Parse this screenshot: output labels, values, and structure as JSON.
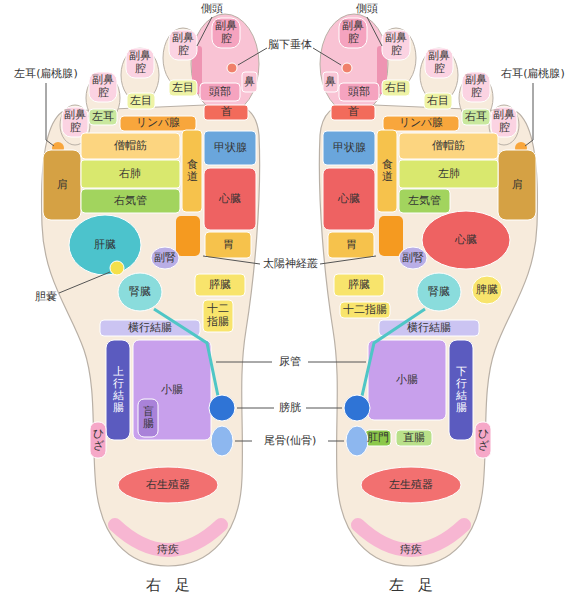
{
  "diagram": {
    "nodes": [
      {
        "text": [
          "副鼻腔"
        ]
      },
      {
        "text": [
          "鼻"
        ]
      },
      {
        "text": [
          "頭部"
        ]
      },
      {
        "text": [
          "副鼻腔"
        ]
      },
      {
        "text": [
          "副鼻腔"
        ]
      },
      {
        "text": [
          "左目"
        ]
      },
      {
        "text": [
          "副鼻腔"
        ]
      },
      {
        "text": [
          "左目"
        ]
      },
      {
        "text": [
          "首"
        ]
      },
      {
        "text": [
          "副鼻腔"
        ]
      },
      {
        "text": [
          "左耳"
        ]
      },
      {
        "text": [
          "リンパ腺"
        ]
      },
      {
        "text": [
          "肩"
        ]
      },
      {
        "text": [
          "僧帽筋"
        ]
      },
      {
        "text": [
          "甲状腺"
        ]
      },
      {
        "text": [
          "食道"
        ]
      },
      {
        "text": [
          "右肺"
        ]
      },
      {
        "text": [
          "右気管"
        ]
      },
      {
        "text": [
          "心臓"
        ]
      },
      {
        "text": [
          "肝臓"
        ]
      },
      {
        "text": [
          "胃"
        ]
      },
      {
        "text": [
          "副腎"
        ]
      },
      {
        "text": [
          "腎臓"
        ]
      },
      {
        "text": [
          "膵臓"
        ]
      },
      {
        "text": [
          "十二指腸"
        ]
      },
      {
        "text": [
          "横行結腸"
        ]
      },
      {
        "text": [
          "上行結腸"
        ]
      },
      {
        "text": [
          "小腸"
        ]
      },
      {
        "text": [
          "盲腸"
        ]
      },
      {
        "text": [
          "ひざ"
        ]
      },
      {
        "text": [
          "右生殖器"
        ]
      },
      {
        "text": [
          "痔疾"
        ]
      },
      {
        "text": [
          "副鼻腔"
        ]
      },
      {
        "text": [
          "鼻"
        ]
      },
      {
        "text": [
          "頭部"
        ]
      },
      {
        "text": [
          "副鼻腔"
        ]
      },
      {
        "text": [
          "右目"
        ]
      },
      {
        "text": [
          "副鼻腔"
        ]
      },
      {
        "text": [
          "右目"
        ]
      },
      {
        "text": [
          "副鼻腔"
        ]
      },
      {
        "text": [
          "首"
        ]
      },
      {
        "text": [
          "リンパ腺"
        ]
      },
      {
        "text": [
          "右耳"
        ]
      },
      {
        "text": [
          "副鼻腔"
        ]
      },
      {
        "text": [
          "甲状腺"
        ]
      },
      {
        "text": [
          "食道"
        ]
      },
      {
        "text": [
          "僧帽筋"
        ]
      },
      {
        "text": [
          "肩"
        ]
      },
      {
        "text": [
          "左肺"
        ]
      },
      {
        "text": [
          "心臓"
        ]
      },
      {
        "text": [
          "左気管"
        ]
      },
      {
        "text": [
          "心臓"
        ]
      },
      {
        "text": [
          "胃"
        ]
      },
      {
        "text": [
          "副腎"
        ]
      },
      {
        "text": [
          "膵臓"
        ]
      },
      {
        "text": [
          "腎臓"
        ]
      },
      {
        "text": [
          "脾臓"
        ]
      },
      {
        "text": [
          "十二指腸"
        ]
      },
      {
        "text": [
          "横行結腸"
        ]
      },
      {
        "text": [
          "小腸"
        ]
      },
      {
        "text": [
          "下行結腸"
        ]
      },
      {
        "text": [
          "肛門"
        ]
      },
      {
        "text": [
          "直腸"
        ]
      },
      {
        "text": [
          "ひざ"
        ]
      },
      {
        "text": [
          "左生殖器"
        ]
      },
      {
        "text": [
          "痔疾"
        ]
      }
    ],
    "labels": [
      "側頭",
      "側頭",
      "脳下垂体",
      "左耳(扁桃腺)",
      "右耳(扁桃腺)",
      "太陽神経叢",
      "胆嚢",
      "尿管",
      "膀胱",
      "尾骨(仙骨)",
      "右足",
      "左足"
    ]
  }
}
